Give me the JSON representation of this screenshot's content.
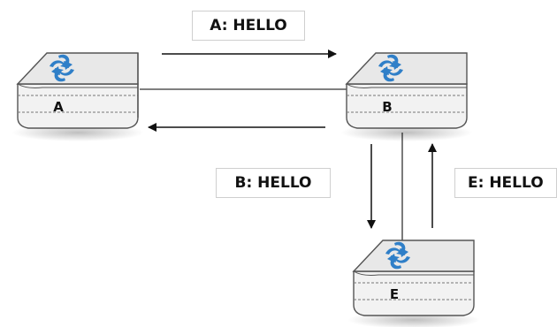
{
  "routers": [
    {
      "id": "A",
      "label": "A"
    },
    {
      "id": "B",
      "label": "B"
    },
    {
      "id": "E",
      "label": "E"
    }
  ],
  "messages": [
    {
      "id": "a-hello",
      "text": "A: HELLO"
    },
    {
      "id": "b-hello",
      "text": "B: HELLO"
    },
    {
      "id": "e-hello",
      "text": "E: HELLO"
    }
  ],
  "colors": {
    "router_top": "#e8e8e8",
    "router_body": "#f2f2f2",
    "router_edge": "#555555",
    "router_icon": "#2f7fc8",
    "link": "#333333",
    "arrow": "#111111"
  }
}
